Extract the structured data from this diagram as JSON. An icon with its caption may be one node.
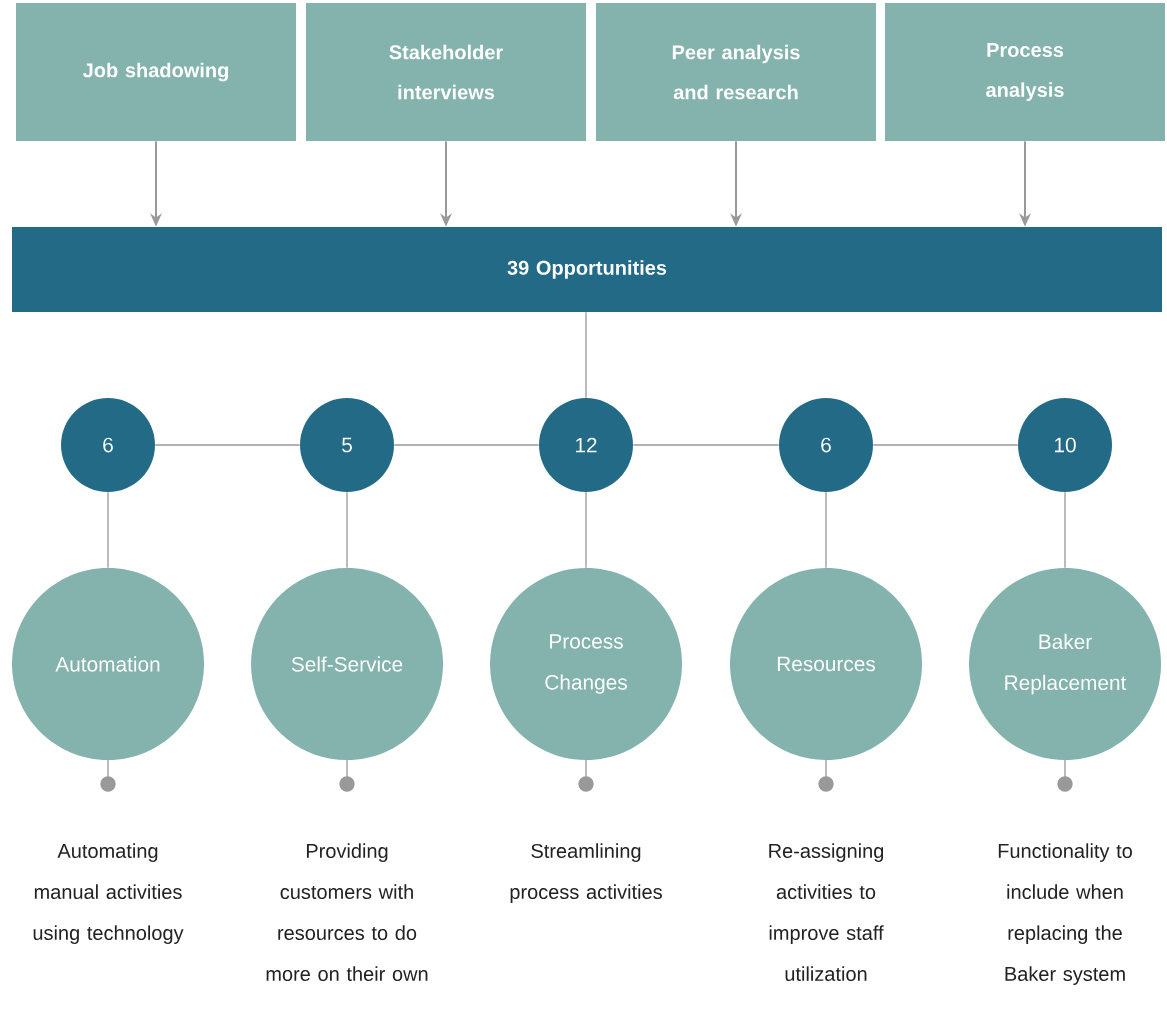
{
  "diagram": {
    "nodes": [
      {
        "text": [
          "Job shadowing"
        ]
      },
      {
        "text": [
          "Stakeholder interviews"
        ]
      },
      {
        "text": [
          "Peer analysis and research"
        ]
      },
      {
        "text": [
          "Process analysis"
        ]
      },
      {
        "text": [
          "39 Opportunities"
        ]
      },
      {
        "text": [
          "6"
        ]
      },
      {
        "text": [
          "5"
        ]
      },
      {
        "text": [
          "12"
        ]
      },
      {
        "text": [
          "6"
        ]
      },
      {
        "text": [
          "10"
        ]
      },
      {
        "text": [
          "Automation"
        ]
      },
      {
        "text": [
          "Self-Service"
        ]
      },
      {
        "text": [
          "Process Changes"
        ]
      },
      {
        "text": [
          "Resources"
        ]
      },
      {
        "text": [
          "Baker Replacement"
        ]
      },
      {
        "text": [
          "Automating manual activities using technology"
        ]
      },
      {
        "text": [
          "Providing customers with resources to do more on their own"
        ]
      },
      {
        "text": [
          "Streamlining process activities"
        ]
      },
      {
        "text": [
          "Re-assigning activities to improve staff utilization"
        ]
      },
      {
        "text": [
          "Functionality to include when replacing the Baker system"
        ]
      }
    ],
    "edges": [
      {
        "from": 0,
        "to": 4,
        "arrow": "to"
      },
      {
        "from": 1,
        "to": 4,
        "arrow": "to"
      },
      {
        "from": 2,
        "to": 4,
        "arrow": "to"
      },
      {
        "from": 3,
        "to": 4,
        "arrow": "to"
      },
      {
        "from": 4,
        "to": 7,
        "arrow": "none"
      },
      {
        "from": 5,
        "to": 6,
        "arrow": "none"
      },
      {
        "from": 6,
        "to": 7,
        "arrow": "none"
      },
      {
        "from": 7,
        "to": 8,
        "arrow": "none"
      },
      {
        "from": 8,
        "to": 9,
        "arrow": "none"
      },
      {
        "from": 5,
        "to": 10,
        "arrow": "none"
      },
      {
        "from": 6,
        "to": 11,
        "arrow": "none"
      },
      {
        "from": 7,
        "to": 12,
        "arrow": "none"
      },
      {
        "from": 8,
        "to": 13,
        "arrow": "none"
      },
      {
        "from": 9,
        "to": 14,
        "arrow": "none"
      }
    ]
  }
}
